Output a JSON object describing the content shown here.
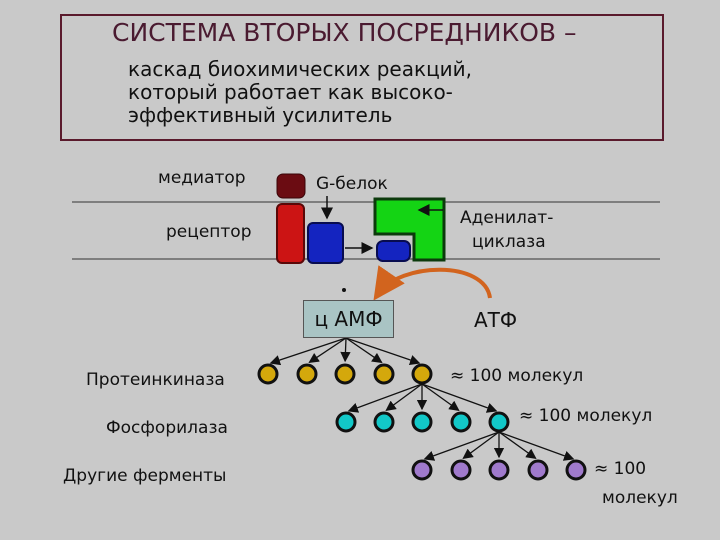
{
  "title": "СИСТЕМА ВТОРЫХ ПОСРЕДНИКОВ –",
  "subtitle_lines": [
    "каскад биохимических реакций,",
    "который работает как высоко-",
    "эффективный усилитель"
  ],
  "labels": {
    "mediator": "медиатор",
    "receptor": "рецептор",
    "g_protein": "G-белок",
    "adenylate_1": "Аденилат-",
    "adenylate_2": "циклаза",
    "camp": "ц АМФ",
    "atp": "АТФ",
    "protein_kinase": "Протеинкиназа",
    "phosphorylase": "Фосфорилаза",
    "other_enzymes": "Другие ферменты"
  },
  "amplification": {
    "row1": "≈ 100 молекул",
    "row2": "≈ 100 молекул",
    "row3_a": "≈ 100",
    "row3_b": "молекул"
  },
  "colors": {
    "mediator": "#6b0c12",
    "receptor": "#cc1414",
    "g_protein": "#1424c0",
    "adenylate_cyclase": "#14d414",
    "arrow_orange": "#d2641e",
    "kinase": "#d4a80c",
    "phosphorylase": "#12c8c8",
    "other": "#a07acc"
  }
}
